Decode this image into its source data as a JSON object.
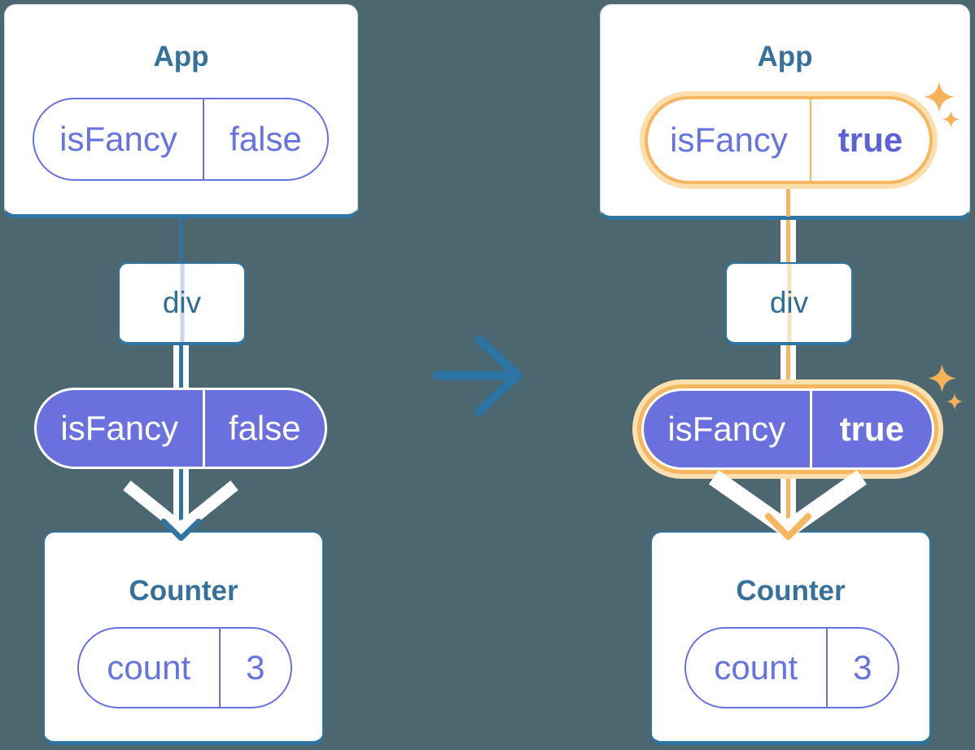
{
  "diagram": {
    "kind": "react-state-tree-before-after",
    "transition_icon": "arrow-right-icon",
    "trees": [
      {
        "id": "before",
        "highlighted": false,
        "app": {
          "title": "App",
          "state": {
            "key": "isFancy",
            "value": "false"
          }
        },
        "container": {
          "label": "div"
        },
        "prop": {
          "key": "isFancy",
          "value": "false"
        },
        "counter": {
          "title": "Counter",
          "state": {
            "key": "count",
            "value": "3"
          }
        }
      },
      {
        "id": "after",
        "highlighted": true,
        "app": {
          "title": "App",
          "state": {
            "key": "isFancy",
            "value": "true"
          }
        },
        "container": {
          "label": "div"
        },
        "prop": {
          "key": "isFancy",
          "value": "true"
        },
        "counter": {
          "title": "Counter",
          "state": {
            "key": "count",
            "value": "3"
          }
        }
      }
    ],
    "icons": [
      "sparkle-icon",
      "white-chevron-icon",
      "arrow-down-icon",
      "arrow-right-icon"
    ],
    "colors": {
      "background": "#4D6771",
      "steel_blue": "#2E75A3",
      "title_blue": "#36719B",
      "purple_text": "#6673E2",
      "purple_bold": "#5A62D8",
      "purple_fill": "#6A70DE",
      "orange": "#F6B75F",
      "orange_light": "#FBE0AF",
      "lavender_line": "#C9D6E9",
      "peach_line": "#FAE3C1",
      "white": "#FFFFFF"
    }
  }
}
